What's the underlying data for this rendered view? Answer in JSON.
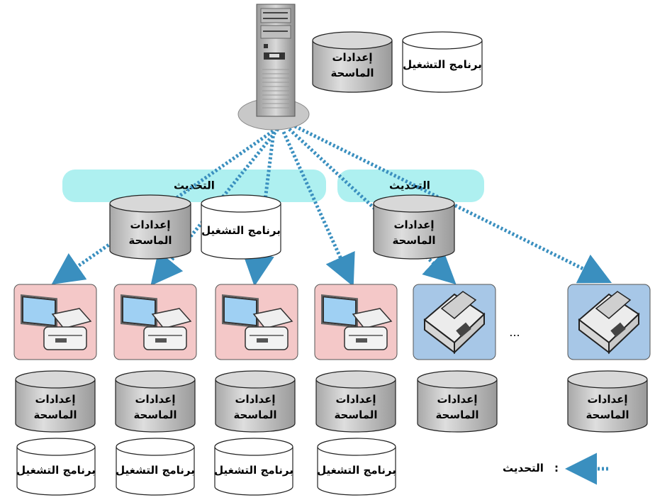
{
  "labels": {
    "scanner_settings_line1": "إعدادات",
    "scanner_settings_line2": "الماسحة",
    "operation_program": "برنامج التشغيل",
    "update": "التحديث",
    "ellipsis": "...",
    "legend_separator": ":",
    "legend_update": "التحديث"
  },
  "colors": {
    "update_band": "#aef0f0",
    "update_arrow": "#3a8fbf",
    "scanner_with_monitor_bg": "#f4c8c8",
    "network_scanner_bg": "#a7c7e7",
    "settings_cylinder_fill": "#cfcfcf",
    "program_cylinder_fill": "#ffffff",
    "server_base": "#c8c8c8"
  },
  "icons": {
    "server": "server-tower-icon",
    "scanner_with_monitor": "scanner-with-monitor-icon",
    "network_scanner": "network-scanner-icon"
  }
}
